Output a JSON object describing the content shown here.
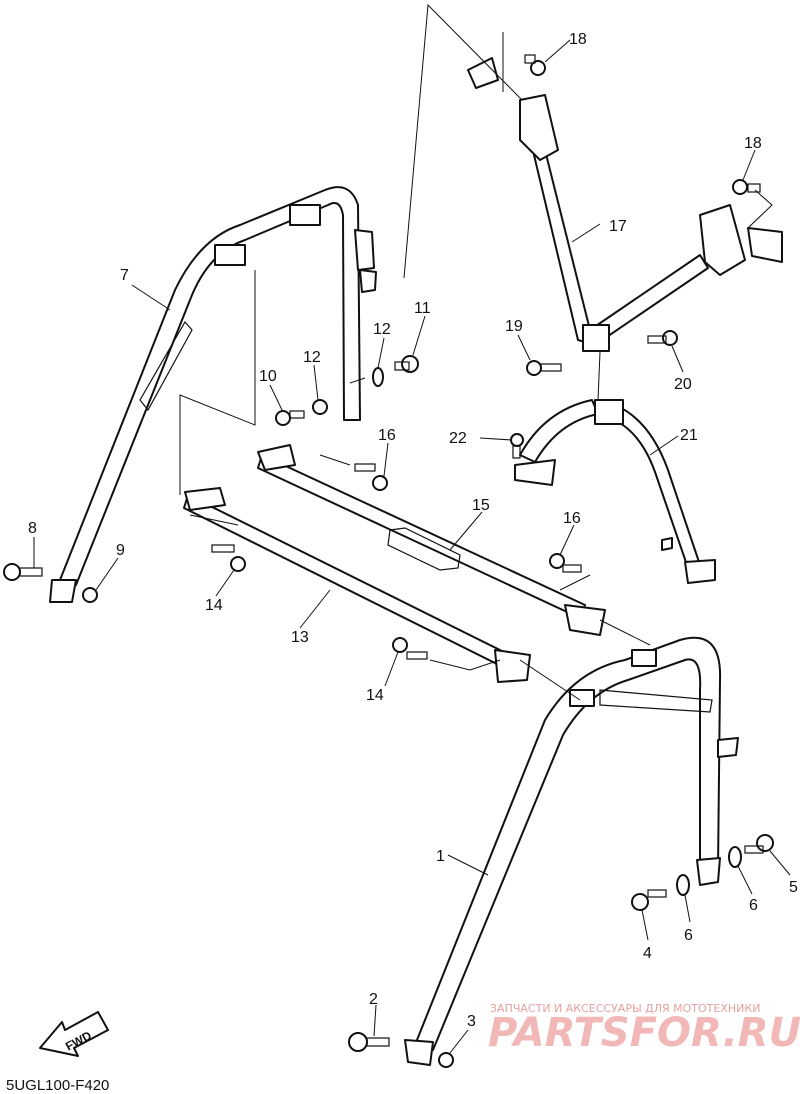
{
  "diagram_code": "5UGL100-F420",
  "fwd_label": "FWD",
  "watermark": {
    "tagline": "ЗАПЧАСТИ И АКСЕССУАРЫ ДЛЯ МОТОТЕХНИКИ",
    "brand": "PARTSFOR.RU"
  },
  "callouts": [
    "1",
    "2",
    "3",
    "4",
    "5",
    "6",
    "6",
    "7",
    "8",
    "9",
    "10",
    "11",
    "12",
    "12",
    "13",
    "14",
    "14",
    "15",
    "16",
    "16",
    "17",
    "18",
    "18",
    "19",
    "20",
    "21",
    "22"
  ]
}
